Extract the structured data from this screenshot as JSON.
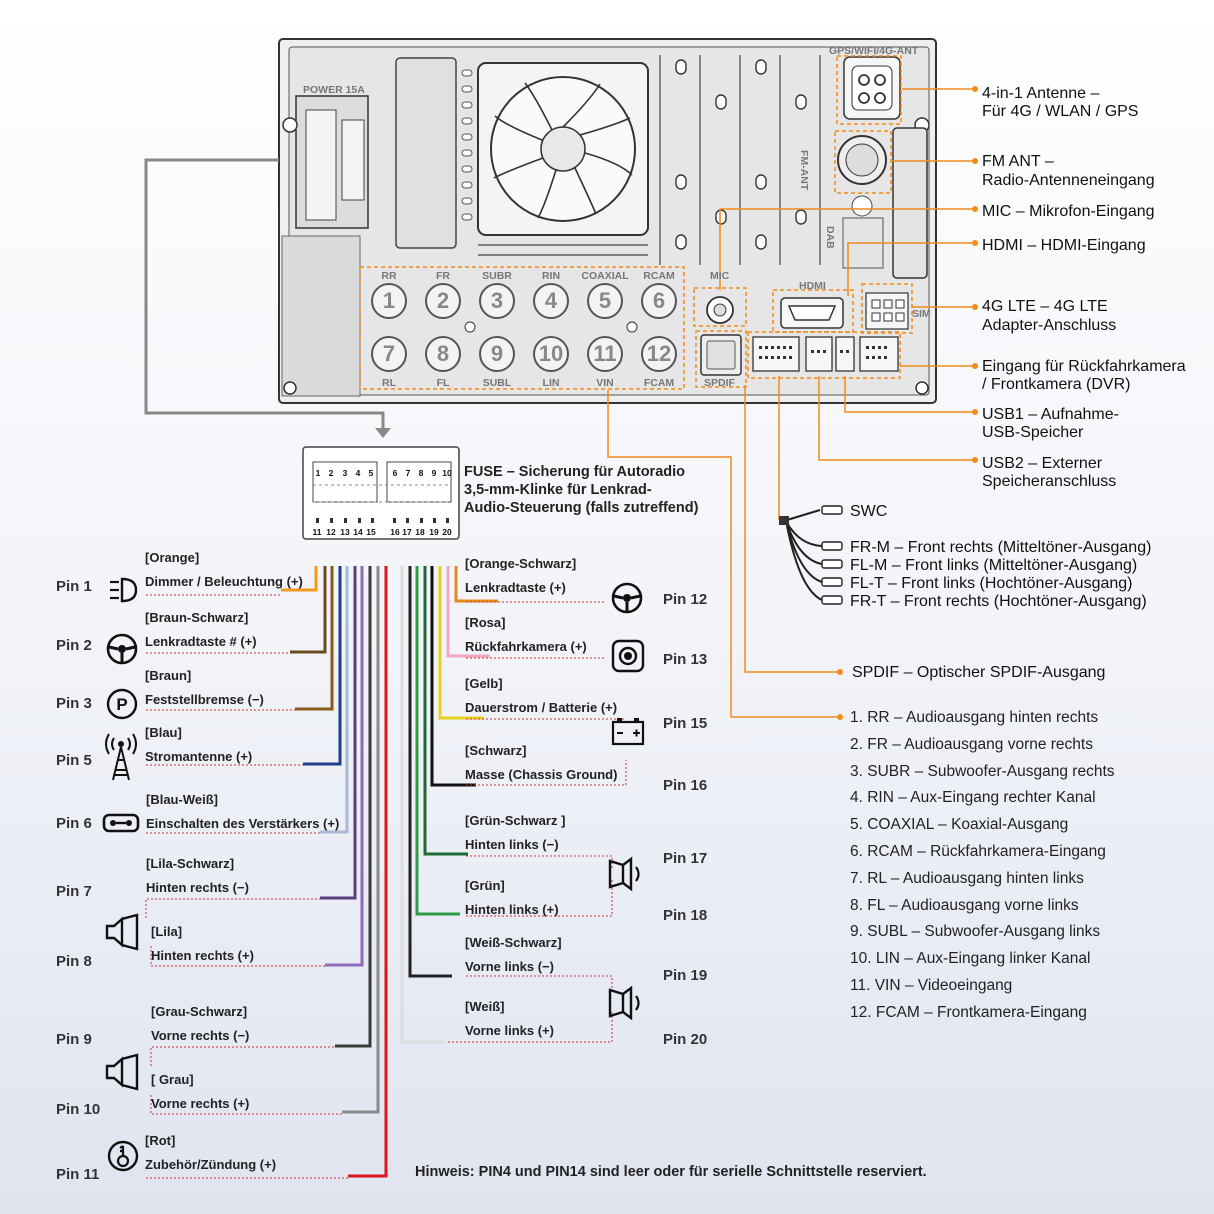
{
  "device": {
    "power_label": "POWER 15A",
    "gps_label": "GPS/WIFI/4G-ANT",
    "fm_label": "FM-ANT",
    "dab_label": "DAB",
    "mic_label": "MIC",
    "hdmi_label": "HDMI",
    "spdif_label": "SPDIF",
    "sim_label": "SIM",
    "rca_top": [
      {
        "label": "RR",
        "num": "1"
      },
      {
        "label": "FR",
        "num": "2"
      },
      {
        "label": "SUBR",
        "num": "3"
      },
      {
        "label": "RIN",
        "num": "4"
      },
      {
        "label": "COAXIAL",
        "num": "5"
      },
      {
        "label": "RCAM",
        "num": "6"
      }
    ],
    "rca_bottom": [
      {
        "label": "RL",
        "num": "7"
      },
      {
        "label": "FL",
        "num": "8"
      },
      {
        "label": "SUBL",
        "num": "9"
      },
      {
        "label": "LIN",
        "num": "10"
      },
      {
        "label": "VIN",
        "num": "11"
      },
      {
        "label": "FCAM",
        "num": "12"
      }
    ]
  },
  "right_labels": {
    "antenna": [
      "4-in-1 Antenne –",
      "Für 4G / WLAN / GPS"
    ],
    "fm": [
      "FM ANT –",
      "Radio-Antenneneingang"
    ],
    "mic": "MIC – Mikrofon-Eingang",
    "hdmi": "HDMI – HDMI-Eingang",
    "lte": [
      "4G LTE – 4G LTE",
      "Adapter-Anschluss"
    ],
    "camera": [
      "Eingang für Rückfahrkamera",
      "/ Frontkamera (DVR)"
    ],
    "usb1": [
      "USB1 – Aufnahme-",
      "USB-Speicher"
    ],
    "usb2": [
      "USB2 – Externer",
      "Speicheranschluss"
    ]
  },
  "connector": {
    "top_pins": [
      "1",
      "2",
      "3",
      "4",
      "5",
      "6",
      "7",
      "8",
      "9",
      "10"
    ],
    "bottom_pins": [
      "11",
      "12",
      "13",
      "14",
      "15",
      "16",
      "17",
      "18",
      "19",
      "20"
    ],
    "desc": [
      "FUSE – Sicherung für Autoradio",
      "3,5-mm-Klinke für Lenkrad-",
      "Audio-Steuerung (falls zutreffend)"
    ]
  },
  "speaker_cable": {
    "swc": "SWC",
    "outputs": [
      "FR-M – Front rechts (Mitteltöner-Ausgang)",
      "FL-M – Front links (Mitteltöner-Ausgang)",
      "FL-T – Front links (Hochtöner-Ausgang)",
      "FR-T – Front rechts (Hochtöner-Ausgang)"
    ]
  },
  "spdif_text": "SPDIF – Optischer SPDIF-Ausgang",
  "rca_legend": [
    "1. RR – Audioausgang hinten rechts",
    "2. FR – Audioausgang vorne rechts",
    "3. SUBR – Subwoofer-Ausgang rechts",
    "4. RIN – Aux-Eingang rechter Kanal",
    "5. COAXIAL – Koaxial-Ausgang",
    "6. RCAM – Rückfahrkamera-Eingang",
    "7. RL – Audioausgang hinten links",
    "8. FL – Audioausgang vorne links",
    "9. SUBL – Subwoofer-Ausgang links",
    "10. LIN – Aux-Eingang linker Kanal",
    "11. VIN – Videoeingang",
    "12. FCAM – Frontkamera-Eingang"
  ],
  "pins_left": [
    {
      "pin": "Pin 1",
      "color": "[Orange]",
      "function": "Dimmer / Beleuchtung (+)",
      "icon": "light-icon",
      "wire_color": "#f39a1e"
    },
    {
      "pin": "Pin 2",
      "color": "[Braun-Schwarz]",
      "function": "Lenkradtaste # (+)",
      "icon": "steering-wheel-icon",
      "wire_color": "#6b4a1f"
    },
    {
      "pin": "Pin 3",
      "color": "[Braun]",
      "function": "Feststellbremse (−)",
      "icon": "parking-brake-icon",
      "wire_color": "#8a5a1c"
    },
    {
      "pin": "Pin 5",
      "color": "[Blau]",
      "function": "Stromantenne (+)",
      "icon": "antenna-icon",
      "wire_color": "#1f3d8a"
    },
    {
      "pin": "Pin 6",
      "color": "[Blau-Weiß]",
      "function": "Einschalten des Verstärkers (+)",
      "icon": "amplifier-icon",
      "wire_color": "#a9b7da"
    },
    {
      "pin": "Pin 7",
      "color": "[Lila-Schwarz]",
      "function": "Hinten rechts (−)",
      "icon": "speaker-icon",
      "wire_color": "#5a3e7e"
    },
    {
      "pin": "Pin 8",
      "color": "[Lila]",
      "function": "Hinten rechts (+)",
      "icon": "speaker-icon",
      "wire_color": "#8f6ab7"
    },
    {
      "pin": "Pin 9",
      "color": "[Grau-Schwarz]",
      "function": "Vorne rechts (−)",
      "icon": "speaker-icon",
      "wire_color": "#3a3a3a"
    },
    {
      "pin": "Pin 10",
      "color": "[ Grau]",
      "function": "Vorne rechts (+)",
      "icon": "speaker-icon",
      "wire_color": "#8a8a8a"
    },
    {
      "pin": "Pin 11",
      "color": "[Rot]",
      "function": "Zubehör/Zündung (+)",
      "icon": "ignition-icon",
      "wire_color": "#e0141d"
    }
  ],
  "pins_right": [
    {
      "pin": "Pin 12",
      "color": "[Orange-Schwarz]",
      "function": "Lenkradtaste (+)",
      "icon": "steering-wheel-icon",
      "wire_color": "#e08a1a"
    },
    {
      "pin": "Pin 13",
      "color": "[Rosa]",
      "function": "Rückfahrkamera (+)",
      "icon": "camera-icon",
      "wire_color": "#f2a6c8"
    },
    {
      "pin": "Pin 15",
      "color": "[Gelb]",
      "function": "Dauerstrom / Batterie (+)",
      "icon": "battery-icon",
      "wire_color": "#e6d21e"
    },
    {
      "pin": "Pin 16",
      "color": "[Schwarz]",
      "function": "Masse (Chassis Ground)",
      "icon": "ground-icon",
      "wire_color": "#111111"
    },
    {
      "pin": "Pin 17",
      "color": "[Grün-Schwarz ]",
      "function": "Hinten links (−)",
      "icon": "speaker-icon",
      "wire_color": "#1b6b34"
    },
    {
      "pin": "Pin 18",
      "color": "[Grün]",
      "function": "Hinten links (+)",
      "icon": "speaker-icon",
      "wire_color": "#2f9b46"
    },
    {
      "pin": "Pin 19",
      "color": "[Weiß-Schwarz]",
      "function": "Vorne links (−)",
      "icon": "speaker-icon",
      "wire_color": "#222222"
    },
    {
      "pin": "Pin 20",
      "color": "[Weiß]",
      "function": "Vorne links (+)",
      "icon": "speaker-icon",
      "wire_color": "#dddddd"
    }
  ],
  "note": "Hinweis: PIN4 und PIN14 sind leer oder für serielle Schnittstelle reserviert.",
  "colors": {
    "accent_orange": "#f08c1c",
    "body_gray": "#e6e6e6",
    "wire_gray": "#888888"
  }
}
